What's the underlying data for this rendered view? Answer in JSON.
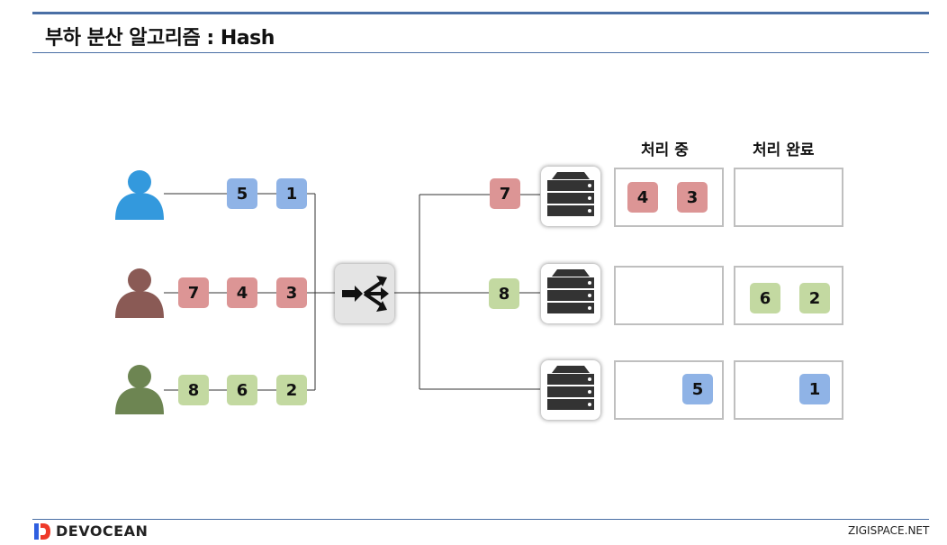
{
  "title": "부하 분산 알고리즘 : Hash",
  "brand": {
    "name": "DEVOCEAN",
    "credit": "ZIGISPACE.NET"
  },
  "headers": {
    "processing": "처리 중",
    "done": "처리 완료"
  },
  "colors": {
    "blue_user": "#3399dd",
    "brown_user": "#8a5a55",
    "green_user": "#6d8552",
    "blue_req": "#8fb3e6",
    "red_req": "#dc9595",
    "green_req": "#c3d9a1",
    "accent_line": "#4a6fa5"
  },
  "clients": {
    "blue": [
      "5",
      "1"
    ],
    "red": [
      "7",
      "4",
      "3"
    ],
    "green": [
      "8",
      "6",
      "2"
    ]
  },
  "incoming": {
    "server1": "7",
    "server2": "8"
  },
  "servers": [
    {
      "processing": [
        "4",
        "3"
      ],
      "done": []
    },
    {
      "processing": [],
      "done": [
        "6",
        "2"
      ]
    },
    {
      "processing": [
        "5"
      ],
      "done": [
        "1"
      ]
    }
  ]
}
